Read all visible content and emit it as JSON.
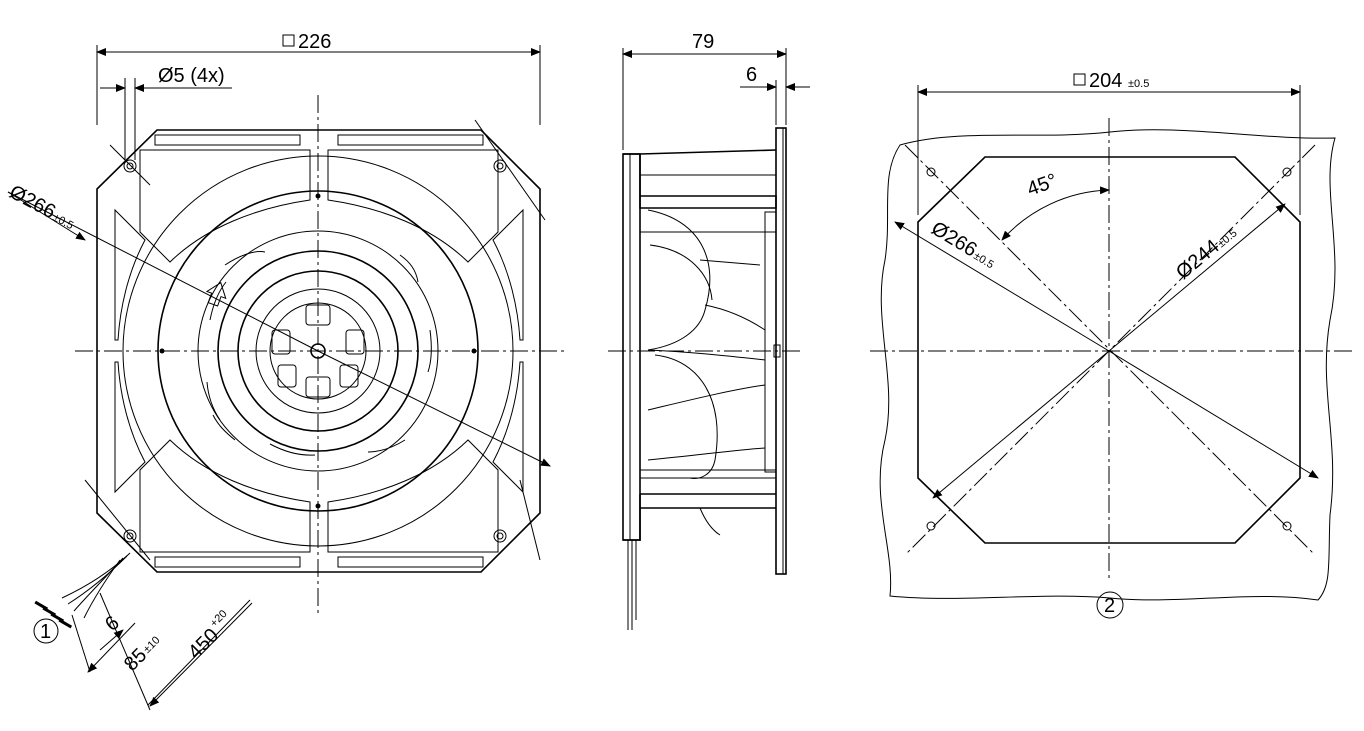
{
  "front_view": {
    "square_size": "226",
    "hole_label": "Ø5 (4x)",
    "diameter_main": "Ø266",
    "diameter_tol": "±0.5",
    "callout_1": "1",
    "strip_length": "6",
    "lead_short": "85",
    "lead_short_tol": "±10",
    "lead_long": "450",
    "lead_long_tol": "+20"
  },
  "side_view": {
    "depth": "79",
    "flange": "6"
  },
  "cutout_view": {
    "square_size": "204",
    "square_tol": "±0.5",
    "angle": "45°",
    "diameter_outer": "Ø266",
    "diameter_outer_tol": "±0.5",
    "diameter_inner": "Ø244",
    "diameter_inner_tol": "±0.5",
    "callout_2": "2"
  },
  "symbols": {
    "square_symbol": "□"
  }
}
